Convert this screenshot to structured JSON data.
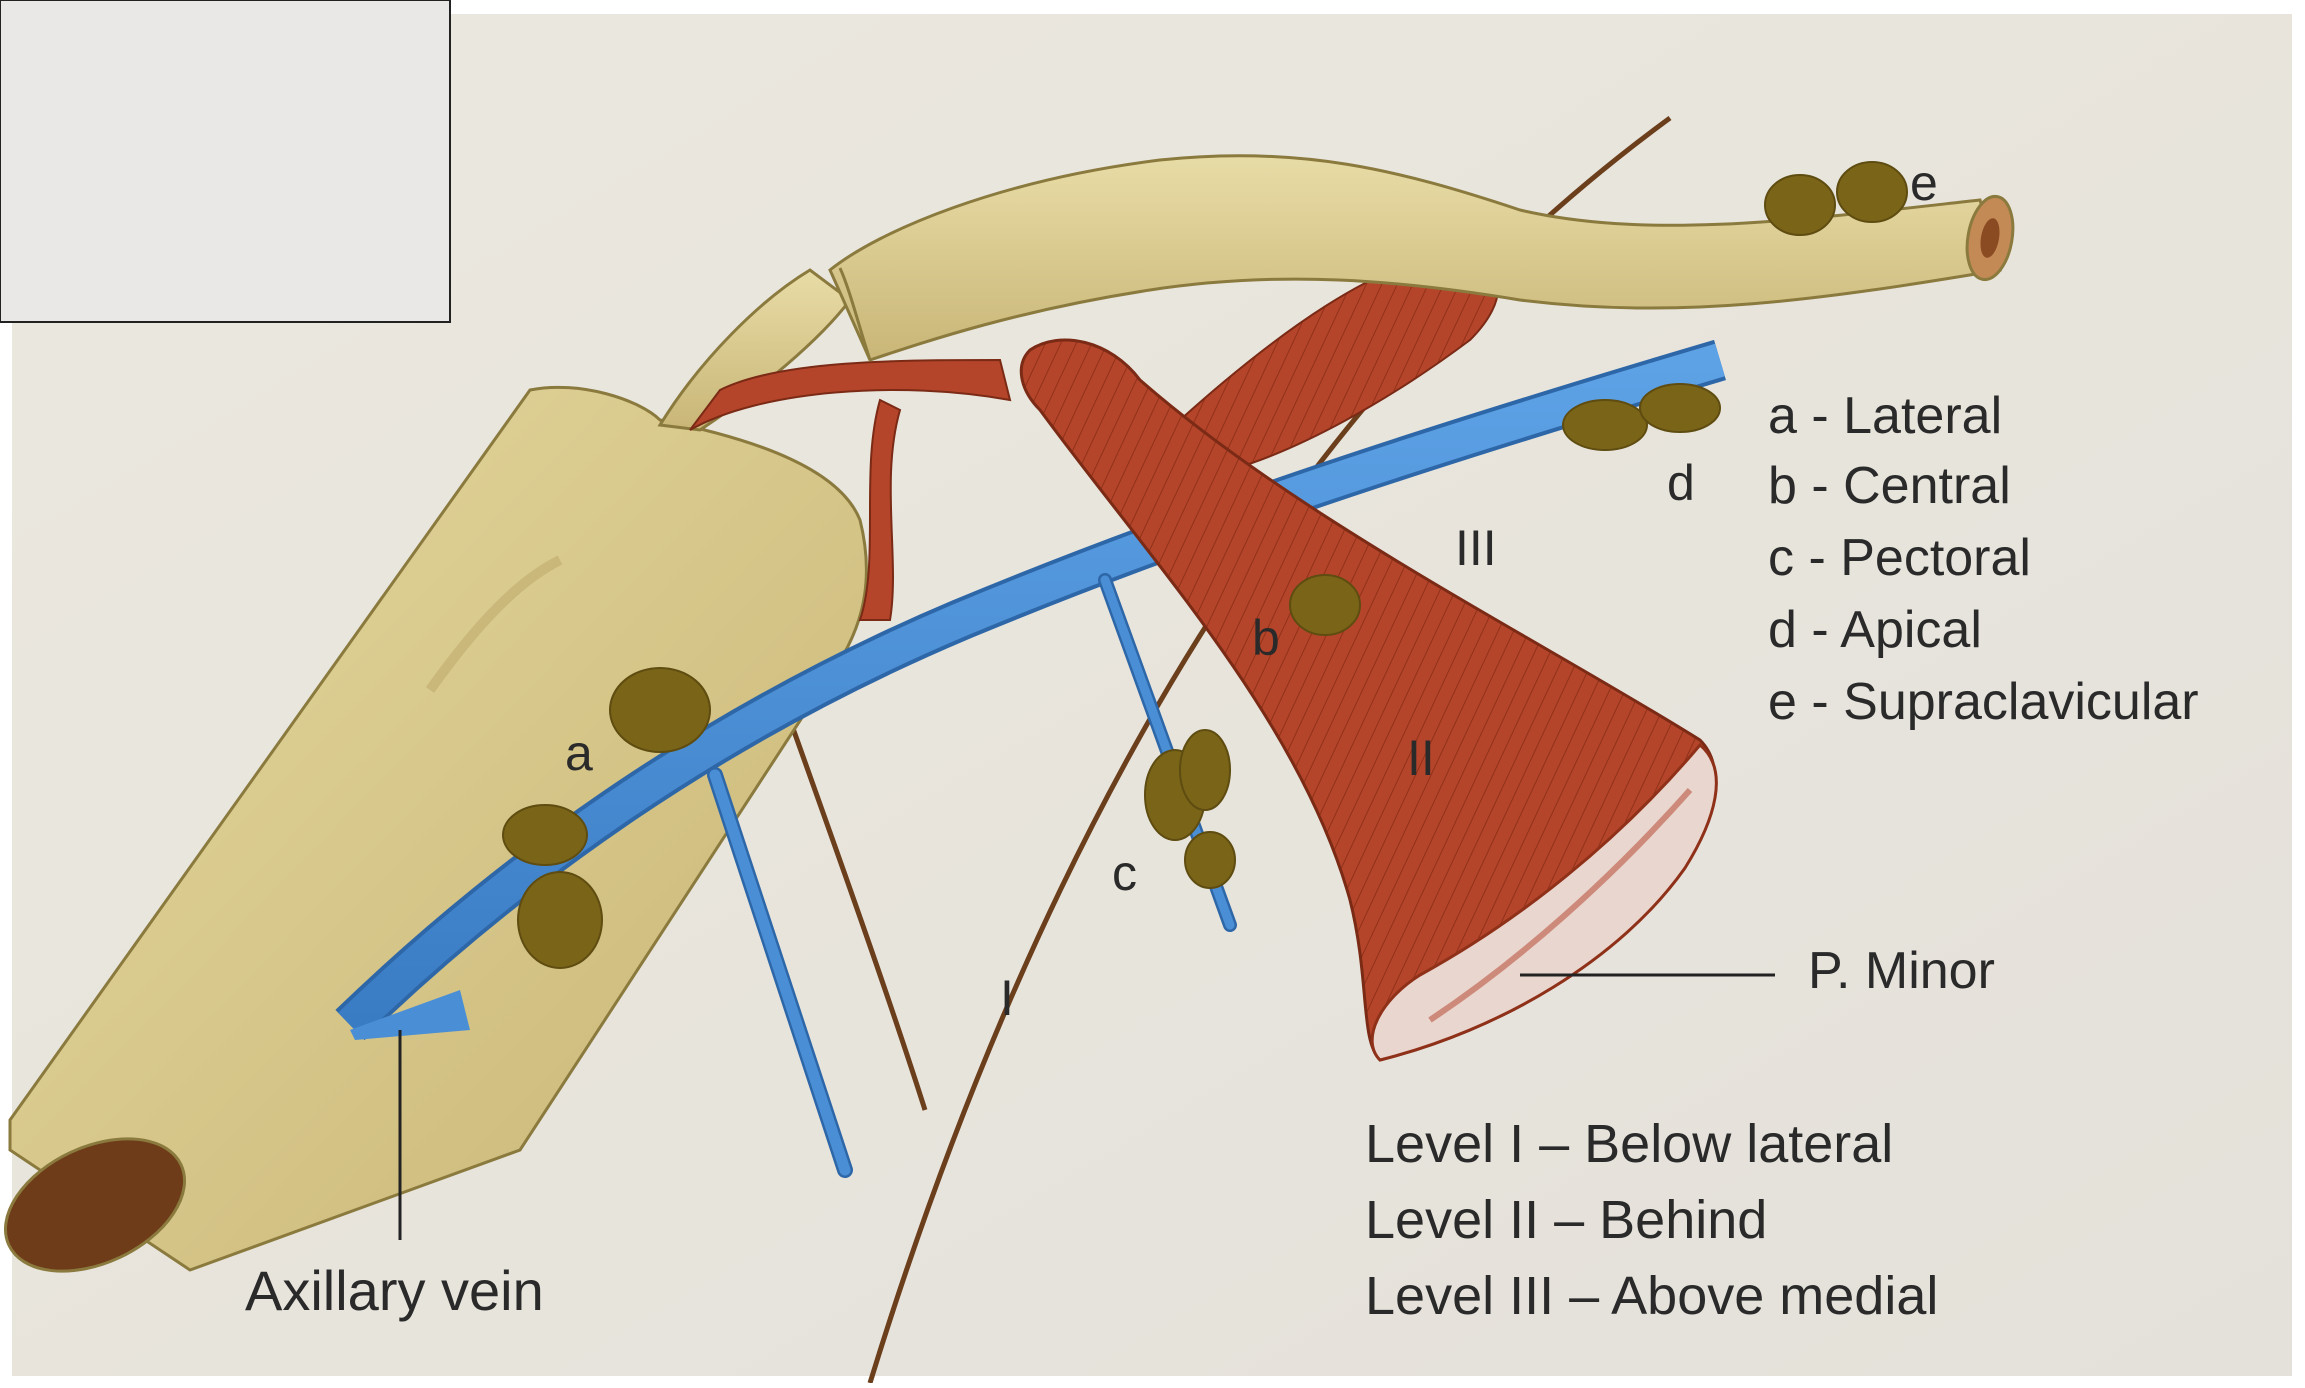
{
  "labels": {
    "node_a": "a",
    "node_b": "b",
    "node_c": "c",
    "node_d": "d",
    "node_e": "e",
    "level_1": "I",
    "level_2": "II",
    "level_3": "III",
    "p_minor": "P. Minor",
    "axillary_vein": "Axillary vein"
  },
  "legend_nodes": [
    "a - Lateral",
    "b - Central",
    "c - Pectoral",
    "d - Apical",
    "e - Supraclavicular"
  ],
  "legend_levels": [
    "Level I – Below lateral",
    "Level II – Behind",
    "Level III – Above medial"
  ],
  "colors": {
    "bone": "#d8c98a",
    "bone_shadow": "#b9a665",
    "muscle": "#b5452a",
    "vein": "#4a8fd6",
    "node": "#7a6418",
    "nerve": "#6b3e1c",
    "text": "#2a2a2a"
  }
}
